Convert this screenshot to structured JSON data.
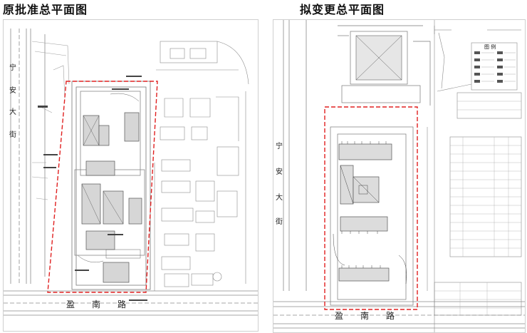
{
  "titles": {
    "left": "原批准总平面图",
    "right": "拟变更总平面图"
  },
  "left_plan": {
    "street_name": [
      "宁",
      "安",
      "大",
      "街"
    ],
    "road_name": [
      "盈",
      "南",
      "路"
    ]
  },
  "right_plan": {
    "street_name": [
      "宁",
      "安",
      "大",
      "街"
    ],
    "road_name": [
      "盈",
      "南",
      "路"
    ],
    "legend_title": "图 例"
  },
  "colors": {
    "boundary_red": "#e02020",
    "line_gray": "#8a8a8a",
    "building_gray": "#9a9a9a",
    "hatch": "#555555"
  }
}
